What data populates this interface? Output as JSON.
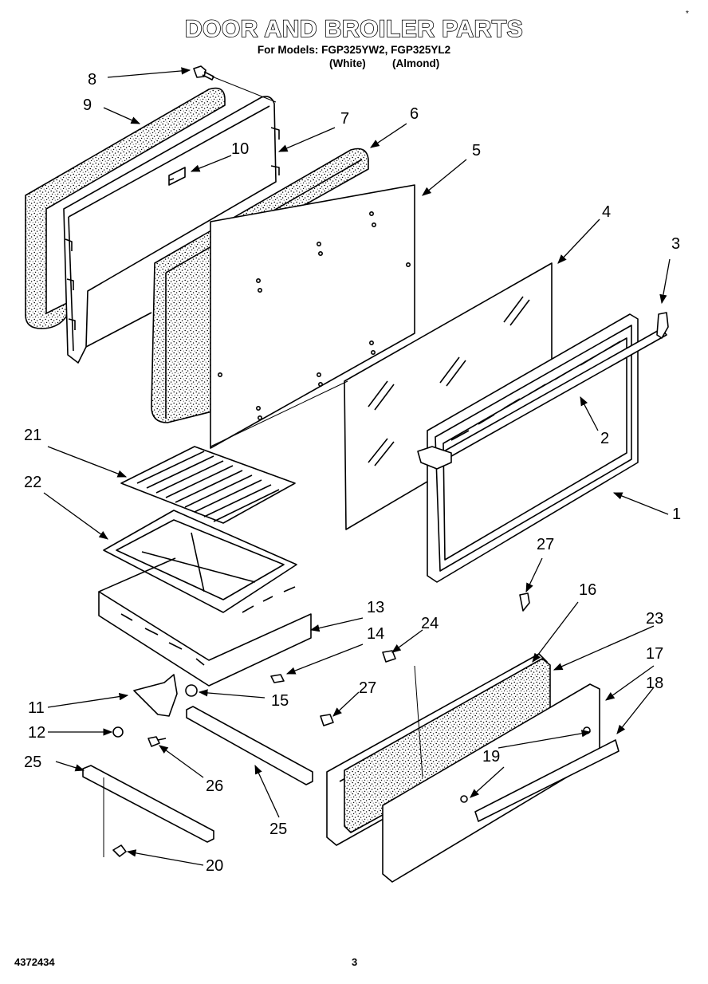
{
  "header": {
    "title": "DOOR AND BROILER PARTS",
    "subtitle": "For Models: FGP325YW2, FGP325YL2",
    "variant_1": "(White)",
    "variant_2": "(Almond)",
    "corner_mark": "*"
  },
  "footer": {
    "doc_number": "4372434",
    "page_number": "3"
  },
  "callouts": [
    "1",
    "2",
    "3",
    "4",
    "5",
    "6",
    "7",
    "8",
    "9",
    "10",
    "11",
    "12",
    "13",
    "14",
    "15",
    "16",
    "17",
    "18",
    "19",
    "19",
    "20",
    "21",
    "22",
    "23",
    "24",
    "25",
    "25",
    "26",
    "27",
    "27"
  ]
}
